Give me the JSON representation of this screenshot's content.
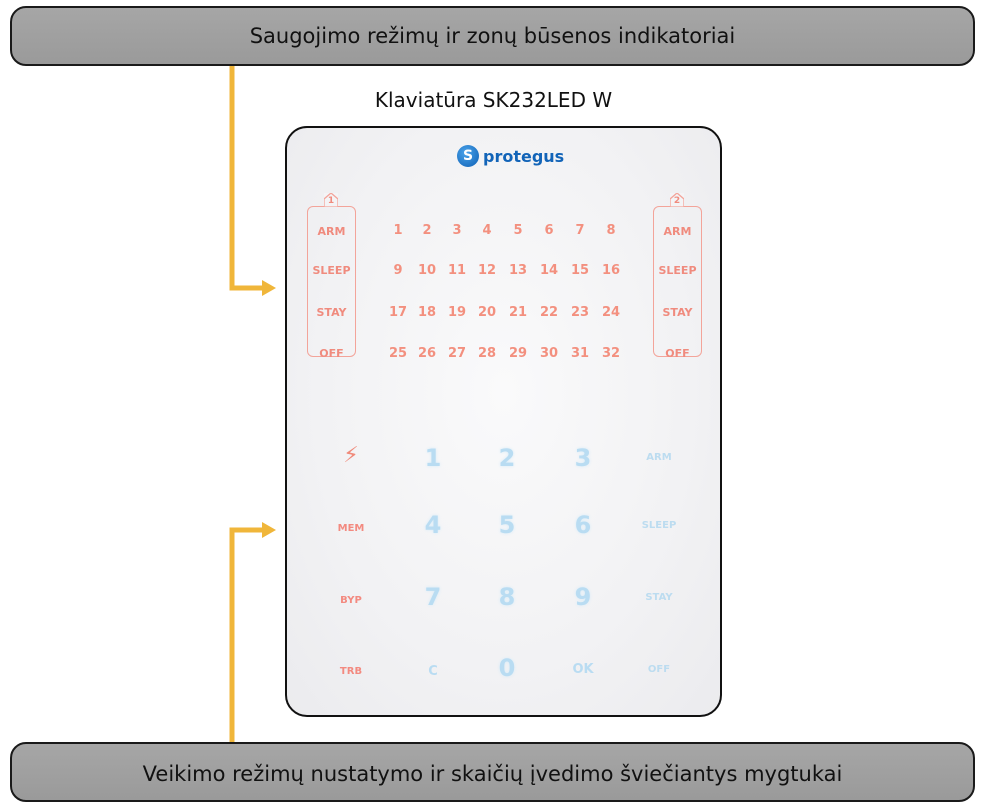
{
  "top_banner": "Saugojimo režimų ir zonų būsenos indikatoriai",
  "bottom_banner": "Veikimo režimų nustatymo ir skaičių įvedimo šviečiantys mygtukai",
  "title": "Klaviatūra SK232LED W",
  "logo_text": "protegus",
  "partitions": [
    {
      "number": "1",
      "modes": [
        "ARM",
        "SLEEP",
        "STAY",
        "OFF"
      ]
    },
    {
      "number": "2",
      "modes": [
        "ARM",
        "SLEEP",
        "STAY",
        "OFF"
      ]
    }
  ],
  "zones": [
    "1",
    "2",
    "3",
    "4",
    "5",
    "6",
    "7",
    "8",
    "9",
    "10",
    "11",
    "12",
    "13",
    "14",
    "15",
    "16",
    "17",
    "18",
    "19",
    "20",
    "21",
    "22",
    "23",
    "24",
    "25",
    "26",
    "27",
    "28",
    "29",
    "30",
    "31",
    "32"
  ],
  "keys": {
    "panic": "⚡",
    "mem": "MEM",
    "byp": "BYP",
    "trb": "TRB",
    "k1": "1",
    "k2": "2",
    "k3": "3",
    "k4": "4",
    "k5": "5",
    "k6": "6",
    "k7": "7",
    "k8": "8",
    "k9": "9",
    "c": "C",
    "k0": "0",
    "ok": "OK",
    "arm": "ARM",
    "sleep": "SLEEP",
    "stay": "STAY",
    "off": "OFF"
  },
  "colors": {
    "arrow": "#f0b63a",
    "indicator_red": "#f3907f",
    "key_blue": "#b9dcf2",
    "banner_gray": "#a0a0a0"
  }
}
